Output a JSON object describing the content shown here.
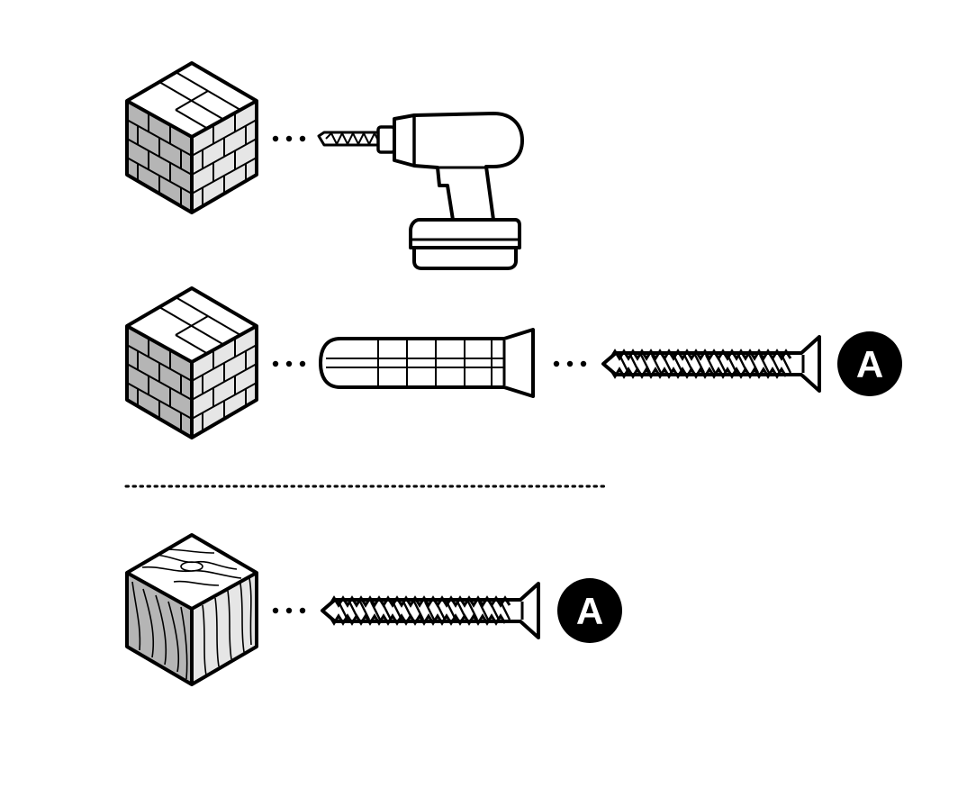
{
  "rows": [
    {
      "material": "brick-wall",
      "steps": [
        "drill"
      ]
    },
    {
      "material": "brick-wall",
      "steps": [
        "wall-plug",
        "screw"
      ],
      "part_label": "A"
    },
    {
      "material": "wood",
      "steps": [
        "screw"
      ],
      "part_label": "A"
    }
  ],
  "colors": {
    "ink": "#000000",
    "face_dark": "#b5b5b5",
    "face_light": "#e6e6e6",
    "badge": "#000000",
    "badge_text": "#ffffff"
  }
}
